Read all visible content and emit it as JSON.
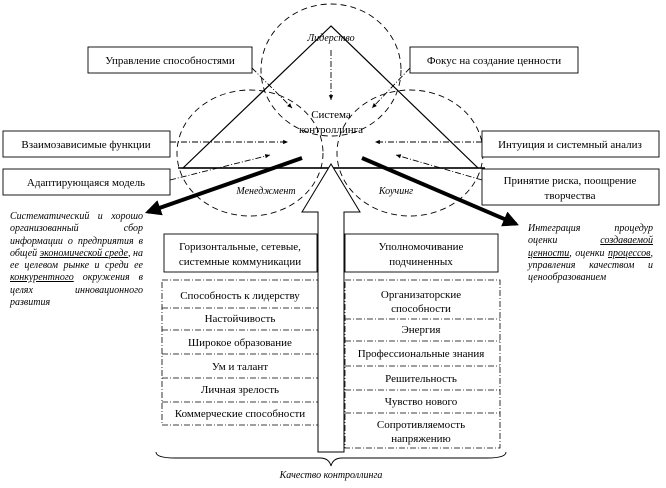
{
  "top_label": "Лидерство",
  "center_label": [
    "Система",
    "контроллинга"
  ],
  "left_label": "Менеджмент",
  "right_label": "Коучинг",
  "bottom_label": "Качество контроллинга",
  "box_top_left": "Управление способностями",
  "box_top_right": "Фокус на создание ценности",
  "box_mid_left": "Взаимозависимые функции",
  "box_mid_right": "Интуиция и системный анализ",
  "box_low_left": "Адаптирующаяся модель",
  "box_low_right": [
    "Принятие риска, поощрение",
    "творчества"
  ],
  "header_left": [
    "Горизонтальные, сетевые,",
    "системные коммуникации"
  ],
  "header_right": [
    "Уполномочивание",
    "подчиненных"
  ],
  "left_items": [
    "Способность к лидерству",
    "Настойчивость",
    "Широкое образование",
    "Ум и талант",
    "Личная зрелость",
    "Коммерческие способности"
  ],
  "right_items": [
    [
      "Организаторские",
      "способности"
    ],
    [
      "Энергия"
    ],
    [
      "Профессиональные знания"
    ],
    [
      "Решительность"
    ],
    [
      "Чувство нового"
    ],
    [
      "Сопротивляемость",
      "напряжению"
    ]
  ],
  "note_left": {
    "p1": "Систематический и хорошо организованный сбор информации о предприятия в общей",
    "u1": "экономической среде",
    "p2": ", на ее целевом рынке и среди ее",
    "u2": "конкурентного",
    "p3": "окружения в целях инновационного развития"
  },
  "note_right": {
    "p1": "Интеграция процедур оценки",
    "u1": "создаваемой ценности",
    "p2": ", оценки",
    "u2": "процессов",
    "p3": ", управления качеством и ценообразованием"
  }
}
